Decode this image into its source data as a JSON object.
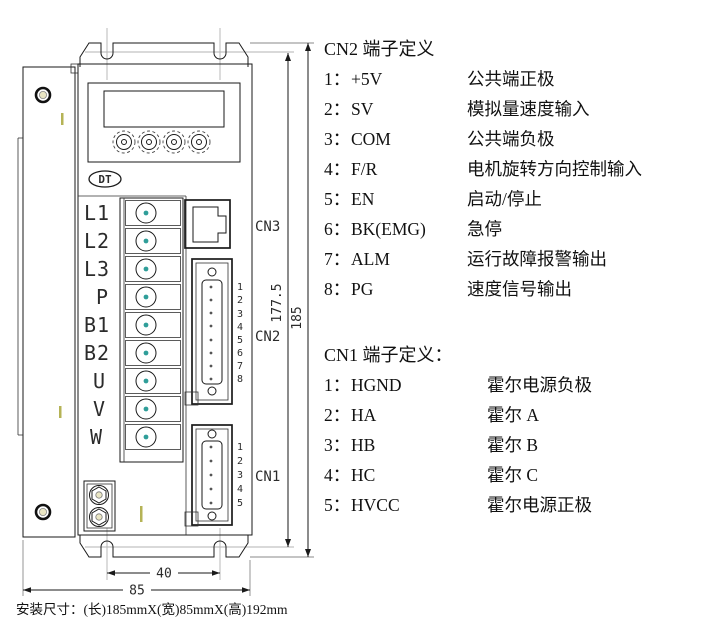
{
  "drawing": {
    "brand": "DT",
    "terminals": [
      "L1",
      "L2",
      "L3",
      "P",
      "B1",
      "B2",
      "U",
      "V",
      "W"
    ],
    "connector_labels": {
      "cn3": "CN3",
      "cn2": "CN2",
      "cn1": "CN1"
    },
    "cn2_pin_numbers": [
      "1",
      "2",
      "3",
      "4",
      "5",
      "6",
      "7",
      "8"
    ],
    "cn1_pin_numbers": [
      "1",
      "2",
      "3",
      "4",
      "5"
    ],
    "dimensions": {
      "height_outer": "185",
      "height_inner": "177.5",
      "hole_span": "40",
      "width": "85"
    },
    "install_note": "安装尺寸：(长)185mmX(宽)85mmX(高)192mm",
    "colors": {
      "terminal_dot": "#2f9e99",
      "screw_center": "#eae6c4",
      "accent_tick": "#b5b356",
      "line": "#1a1a1a"
    }
  },
  "cn2_section": {
    "title": "CN2 端子定义",
    "pins": [
      {
        "num": "1：",
        "name": "+5V",
        "desc": "公共端正极"
      },
      {
        "num": "2：",
        "name": "SV",
        "desc": "模拟量速度输入"
      },
      {
        "num": "3：",
        "name": "COM",
        "desc": "公共端负极"
      },
      {
        "num": "4：",
        "name": "F/R",
        "desc": "电机旋转方向控制输入"
      },
      {
        "num": "5：",
        "name": "EN",
        "desc": "启动/停止"
      },
      {
        "num": "6：",
        "name": "BK(EMG)",
        "desc": "急停"
      },
      {
        "num": "7：",
        "name": "ALM",
        "desc": "运行故障报警输出"
      },
      {
        "num": "8：",
        "name": "PG",
        "desc": "速度信号输出"
      }
    ]
  },
  "cn1_section": {
    "title": "CN1 端子定义：",
    "pins": [
      {
        "num": "1：",
        "name": "HGND",
        "desc": "霍尔电源负极"
      },
      {
        "num": "2：",
        "name": "HA",
        "desc": "霍尔 A"
      },
      {
        "num": "3：",
        "name": "HB",
        "desc": "霍尔 B"
      },
      {
        "num": "4：",
        "name": "HC",
        "desc": "霍尔 C"
      },
      {
        "num": "5：",
        "name": "HVCC",
        "desc": "霍尔电源正极"
      }
    ]
  }
}
